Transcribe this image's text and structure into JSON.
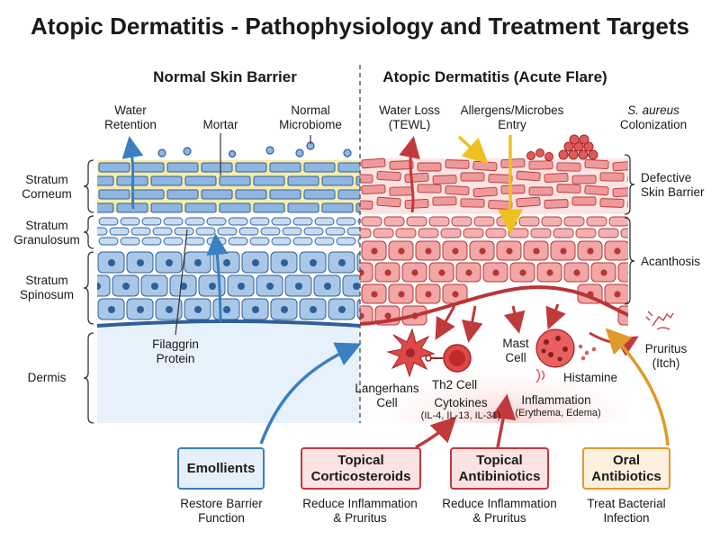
{
  "title": "Atopic Dermatitis - Pathophysiology and Treatment Targets",
  "panels": {
    "normal": "Normal Skin Barrier",
    "atopic": "Atopic Dermatitis (Acute Flare)"
  },
  "layers": {
    "corneum": [
      "Stratum",
      "Corneum"
    ],
    "granulosum": [
      "Stratum",
      "Granulosum"
    ],
    "spinosum": [
      "Stratum",
      "Spinosum"
    ],
    "dermis": "Dermis"
  },
  "normal_labels": {
    "water": [
      "Water",
      "Retention"
    ],
    "mortar": "Mortar",
    "microbiome": [
      "Normal",
      "Microbiome"
    ],
    "filaggrin": [
      "Filaggrin",
      "Protein"
    ]
  },
  "atopic_labels": {
    "water_loss": [
      "Water Loss",
      "(TEWL)"
    ],
    "allergens": [
      "Allergens/Microbes",
      "Entry"
    ],
    "aureus_italic": "S. aureus",
    "aureus_rest": "Colonization",
    "defective": [
      "Defective",
      "Skin Barrier"
    ],
    "acanthosis": "Acanthosis",
    "pruritus": [
      "Pruritus",
      "(Itch)"
    ],
    "mast": [
      "Mast",
      "Cell"
    ],
    "histamine": "Histamine",
    "langerhans": [
      "Langerhans",
      "Cell"
    ],
    "th2": "Th2 Cell",
    "cytokines": "Cytokines",
    "cytokines_list": "(IL-4, IL-13, IL-31)",
    "inflammation": "Inflammation",
    "inflammation_sub": "(Erythema, Edema)"
  },
  "treatments": [
    {
      "name": [
        "Emollients"
      ],
      "desc": [
        "Restore Barrier",
        "Function"
      ],
      "color": "#3a7fc0",
      "fill": "#e6f0fa"
    },
    {
      "name": [
        "Topical",
        "Corticosteroids"
      ],
      "desc": [
        "Reduce Inflammation",
        "& Pruritus"
      ],
      "color": "#c0393b",
      "fill": "#fbe3e3"
    },
    {
      "name": [
        "Topical",
        "Antibiniotics"
      ],
      "desc": [
        "Reduce Inflammation",
        "& Pruritus"
      ],
      "color": "#c0393b",
      "fill": "#fbe3e3"
    },
    {
      "name": [
        "Oral",
        "Antibiotics"
      ],
      "desc": [
        "Treat Bacterial",
        "Infection"
      ],
      "color": "#e09a2a",
      "fill": "#fdf0dc"
    }
  ],
  "colors": {
    "normal_cell": "#8fb6e0",
    "normal_dark": "#2f5f9a",
    "mortar": "#f5ecab",
    "atopic_cell": "#ef9a9a",
    "atopic_dark": "#b83535",
    "arrow_blue": "#3a7fc0",
    "arrow_red": "#c0393b",
    "arrow_orange": "#e09a2a",
    "arrow_yellow": "#f0c020"
  }
}
